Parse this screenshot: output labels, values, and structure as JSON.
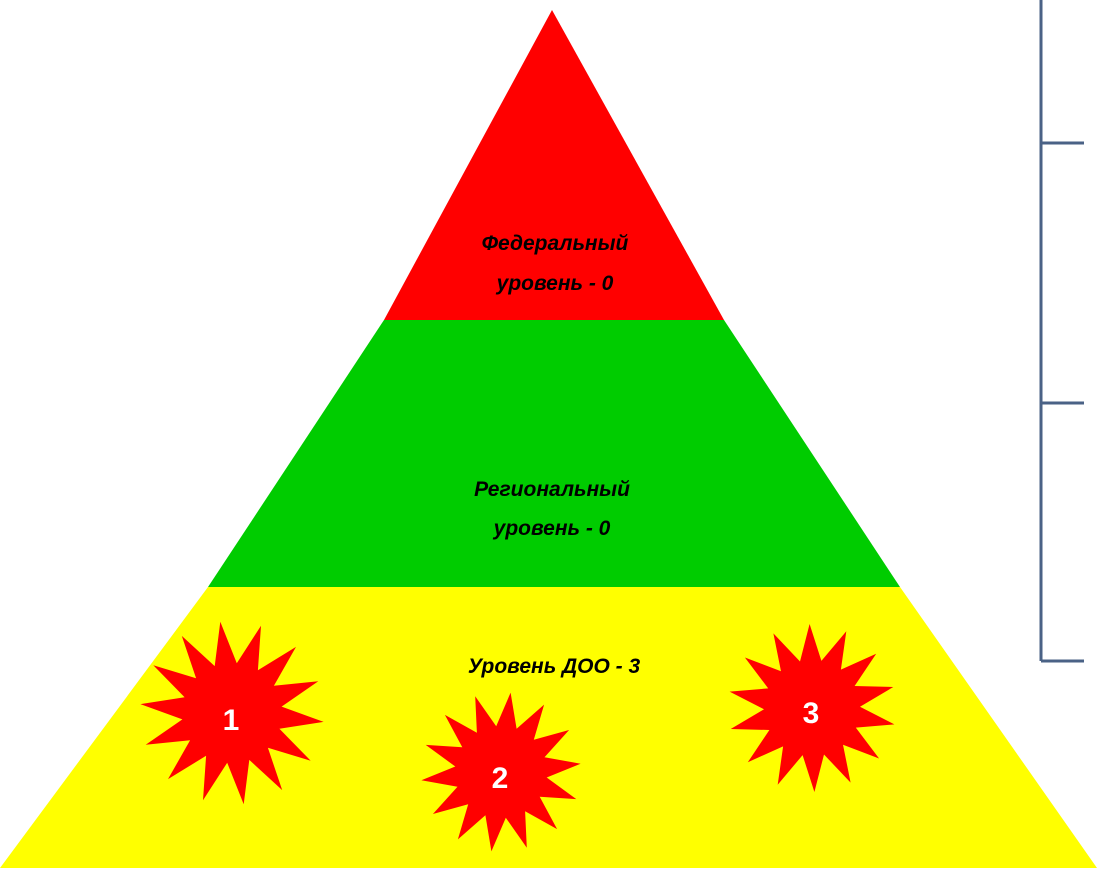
{
  "pyramid": {
    "levels": [
      {
        "id": "federal",
        "lines": [
          "Федеральный",
          "уровень - 0"
        ],
        "color": "#ff0000"
      },
      {
        "id": "regional",
        "lines": [
          "Региональный",
          "уровень - 0"
        ],
        "color": "#00cc00"
      },
      {
        "id": "doo",
        "lines": [
          "Уровень ДОО - 3"
        ],
        "color": "#ffff00"
      }
    ]
  },
  "badges": [
    {
      "number": "1",
      "color": "#ff0000"
    },
    {
      "number": "2",
      "color": "#ff0000"
    },
    {
      "number": "3",
      "color": "#ff0000"
    }
  ],
  "bracket": {
    "color": "#4a6286"
  }
}
